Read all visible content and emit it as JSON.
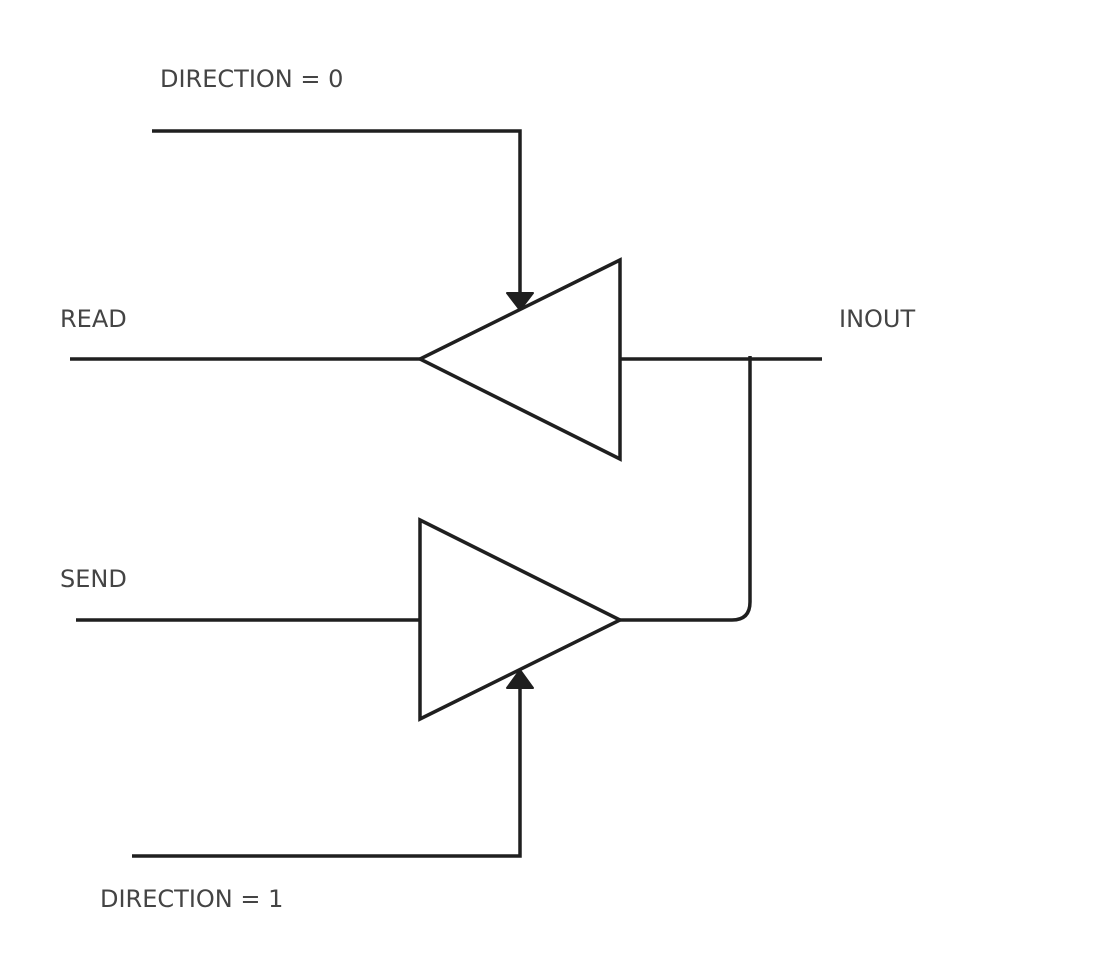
{
  "labels": {
    "direction_top": "DIRECTION = 0",
    "read": "READ",
    "inout": "INOUT",
    "send": "SEND",
    "direction_bottom": "DIRECTION = 1"
  },
  "colors": {
    "stroke": "#1f1f1f",
    "text": "#444444",
    "background": "#ffffff"
  }
}
